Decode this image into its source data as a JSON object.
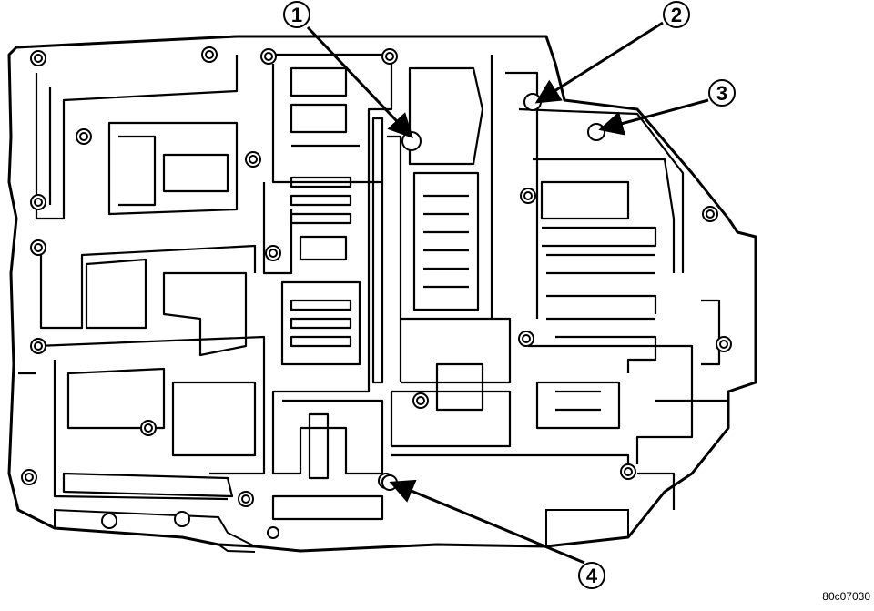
{
  "callouts": [
    {
      "number": "1"
    },
    {
      "number": "2"
    },
    {
      "number": "3"
    },
    {
      "number": "4"
    }
  ],
  "figure_id": "80c07030",
  "colors": {
    "line": "#000000",
    "background": "#ffffff"
  }
}
